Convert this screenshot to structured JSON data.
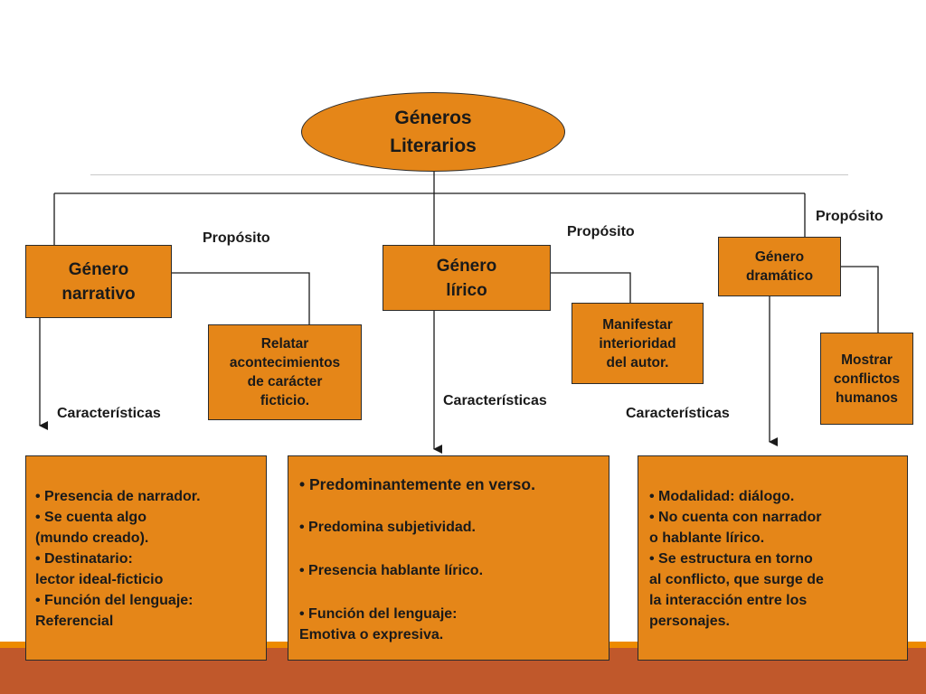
{
  "diagram": {
    "root": {
      "label": "Géneros\nLiterarios"
    },
    "genres": [
      {
        "title": "Género\nnarrativo",
        "purpose_label": "Propósito",
        "purpose": "Relatar\nacontecimientos\nde carácter\nficticio.",
        "characteristics_label": "Características",
        "characteristics": [
          "• Presencia de narrador.",
          "• Se cuenta algo\n  (mundo creado).",
          "• Destinatario:\n  lector ideal-ficticio",
          "• Función del lenguaje:\n  Referencial"
        ]
      },
      {
        "title": "Género\nlírico",
        "purpose_label": "Propósito",
        "purpose": "Manifestar\ninterioridad\ndel autor.",
        "characteristics_label": "Características",
        "characteristics": [
          "•  Predominantemente en verso.",
          "• Predomina subjetividad.",
          "• Presencia hablante lírico.",
          "• Función del lenguaje:\n Emotiva o expresiva."
        ]
      },
      {
        "title": "Género\ndramático",
        "purpose_label": "Propósito",
        "purpose": "Mostrar\nconflictos\nhumanos",
        "characteristics_label": "Características",
        "characteristics": [
          "• Modalidad: diálogo.",
          "• No cuenta con narrador\n  o hablante lírico.",
          "• Se estructura en torno\n  al conflicto, que surge de\n  la interacción entre los\n  personajes."
        ]
      }
    ]
  },
  "colors": {
    "box_fill": "#e58618",
    "box_border": "#2b2b2b",
    "connector": "#1a1a1a",
    "footer_band": "#c0582b",
    "footer_accent": "#ed8b00",
    "background": "#ffffff"
  }
}
